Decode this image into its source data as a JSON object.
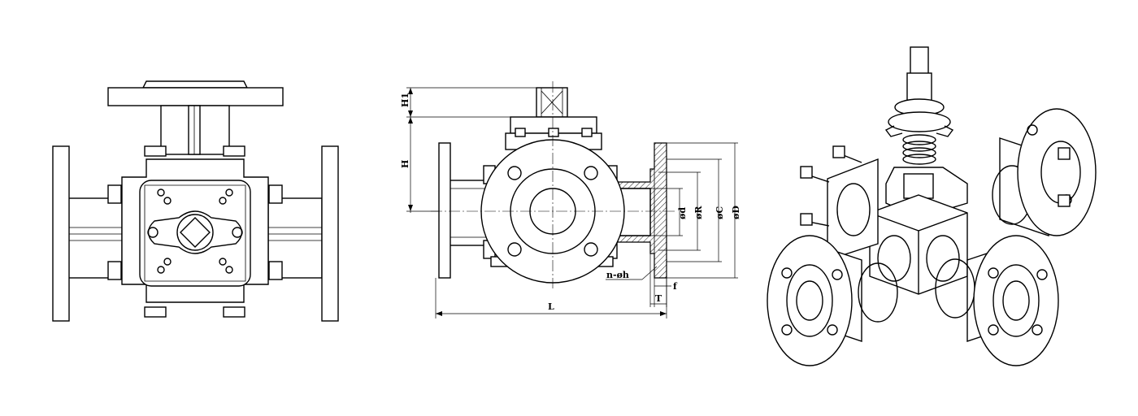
{
  "diagram": {
    "views": {
      "front": {},
      "section": {
        "dimension_labels": {
          "H1": "H1",
          "H": "H",
          "d": "ød",
          "R": "øR",
          "C": "øC",
          "D": "øD",
          "bolt_holes": "n-øh",
          "f": "f",
          "T": "T",
          "L": "L"
        }
      },
      "exploded": {}
    }
  }
}
